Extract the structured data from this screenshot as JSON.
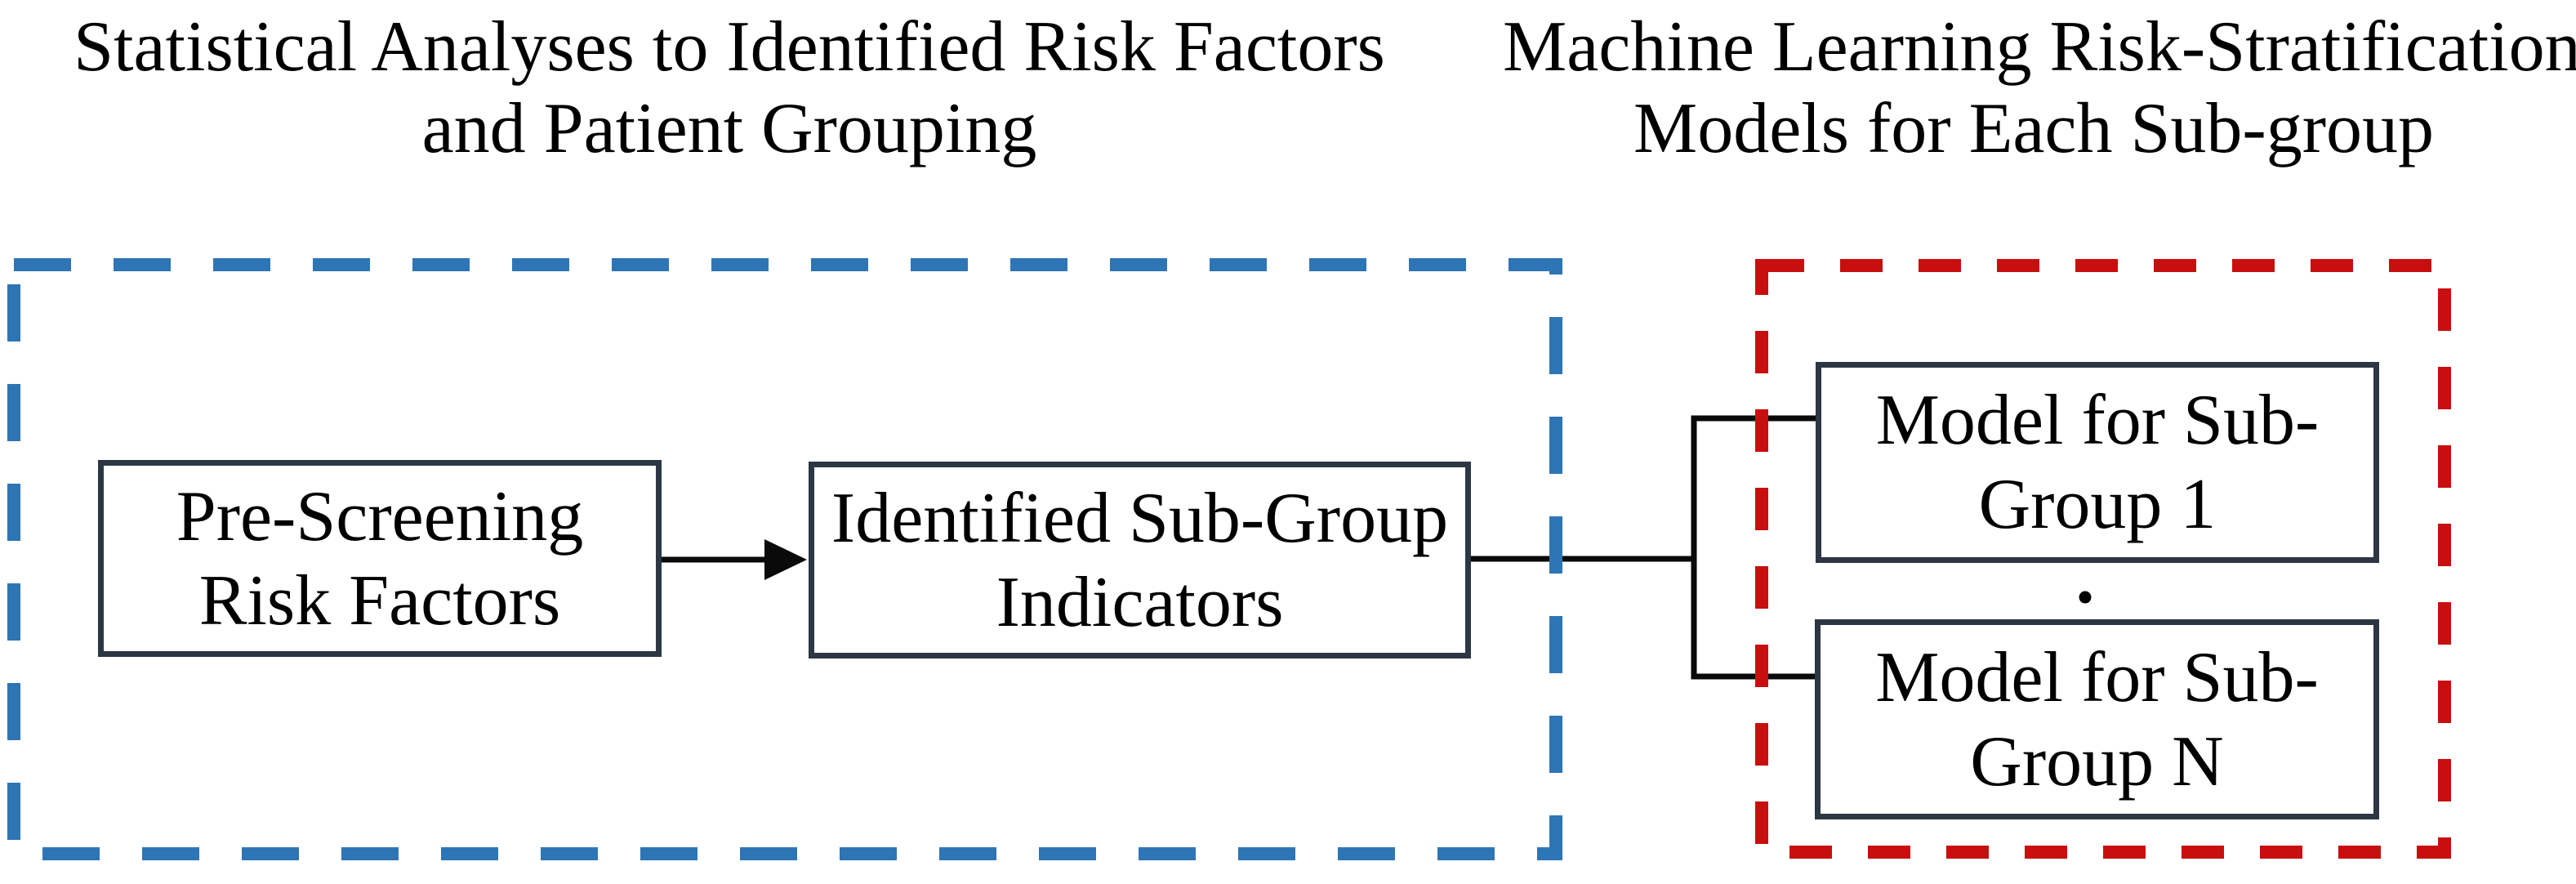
{
  "titles": {
    "left": {
      "line1": "Statistical Analyses to Identified Risk Factors",
      "line2": "and Patient Grouping"
    },
    "right": {
      "line1": "Machine Learning Risk-Stratification",
      "line2": "Models for Each Sub-group"
    }
  },
  "nodes": {
    "pre_screening": {
      "line1": "Pre-Screening",
      "line2": "Risk Factors"
    },
    "indicators": {
      "line1": "Identified Sub-Group",
      "line2": "Indicators"
    },
    "model_1": {
      "line1": "Model for Sub-",
      "line2": "Group 1"
    },
    "model_n": {
      "line1": "Model for Sub-",
      "line2": "Group N"
    }
  },
  "ellipsis": ".",
  "colors": {
    "blue_dash": "#2E75B6",
    "red_dash": "#C80F0F",
    "box_border": "#2D3643",
    "connector": "#0A0A0A",
    "text": "#000000",
    "background": "#FFFFFF"
  }
}
